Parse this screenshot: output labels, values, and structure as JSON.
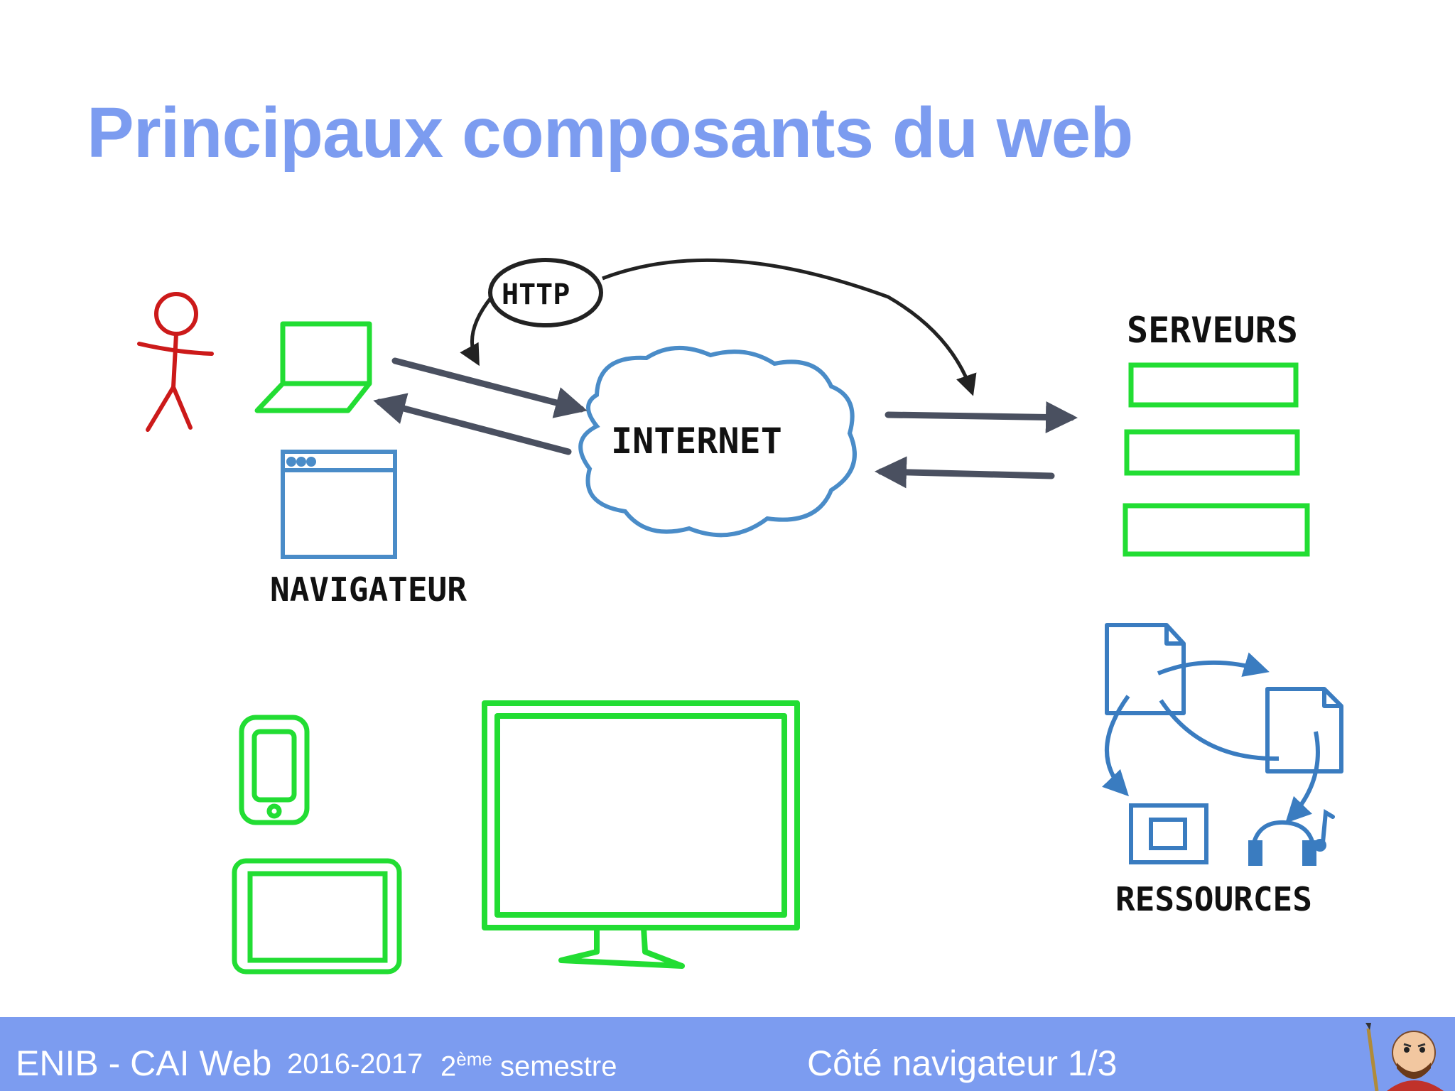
{
  "slide": {
    "title": "Principaux composants du web"
  },
  "diagram": {
    "labels": {
      "http": "HTTP",
      "internet": "INTERNET",
      "serveurs": "SERVEURS",
      "navigateur": "NAVIGATEUR",
      "ressources": "RESSOURCES"
    },
    "colors": {
      "device": "#22dd33",
      "browser": "#4a8cc8",
      "person": "#cc1a1a",
      "arrow": "#4a5060",
      "ink": "#111111"
    }
  },
  "footer": {
    "org": "ENIB - CAI Web",
    "year": "2016-2017",
    "semester_num": "2",
    "semester_sup": "ème",
    "semester_word": "semestre",
    "section": "Côté navigateur 1/3",
    "background": "#7c9cf0"
  }
}
